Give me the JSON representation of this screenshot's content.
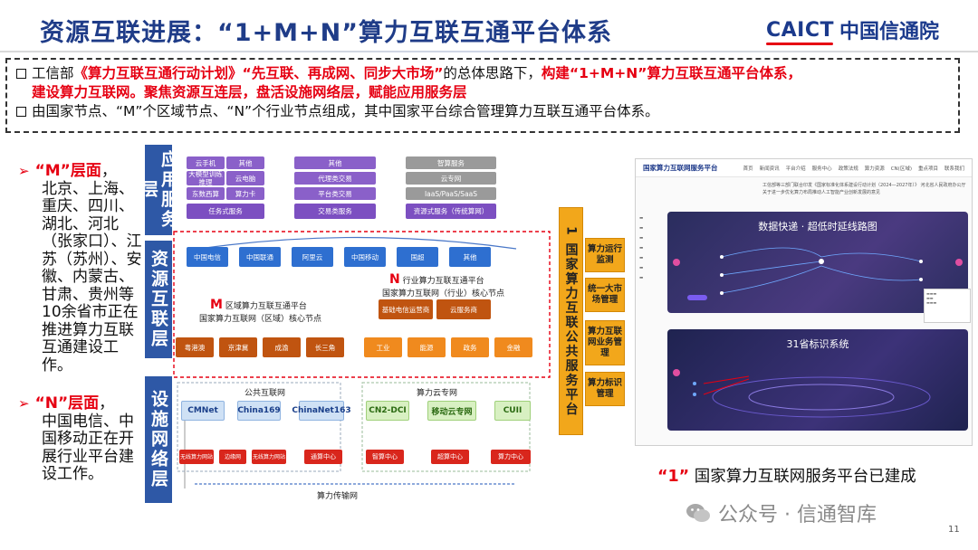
{
  "title": "资源互联进展：“1+M+N”算力互联互通平台体系",
  "logo": {
    "en": "CAICT",
    "cn": "中国信通院"
  },
  "intro": {
    "line1_a": "工信部",
    "line1_red1": "《算力互联互通行动计划》“先互联、再成网、同步大市场”",
    "line1_b": "的总体思路下，",
    "line1_red2": "构建“1+M+N”算力互联互通平台体系，",
    "line2_red": "建设算力互联网。聚焦资源互连层，盘活设施网络层，赋能应用服务层",
    "line3": "由国家节点、“M”个区域节点、“N”个行业节点组成，其中国家平台综合管理算力互联互通平台体系。"
  },
  "side": {
    "m_head": "“M”层面",
    "m_comma": "，",
    "m_body": "北京、上海、重庆、四川、湖北、河北（张家口）、江苏（苏州）、安徽、内蒙古、甘肃、贵州等10余省市正在推进算力互联互通建设工作。",
    "n_head": "“N”层面",
    "n_comma": "，",
    "n_body": "中国电信、中国移动正在开展行业平台建设工作。"
  },
  "layers": {
    "app": "应用服务层",
    "res": "资源互联层",
    "infra": "设施网络层"
  },
  "diagram": {
    "app_col1": [
      "云手机",
      "大模型训练推理",
      "东数西算",
      "任务式服务"
    ],
    "app_col1b": [
      "其他",
      "云电脑",
      "算力卡"
    ],
    "app_col2": [
      "其他",
      "代理类交易",
      "平台类交易",
      "交易类服务"
    ],
    "app_col3": [
      "智算服务",
      "云专网",
      "IaaS/PaaS/SaaS",
      "资源式服务（传统算网）"
    ],
    "operators": [
      "中国电信",
      "中国联通",
      "阿里云",
      "中国移动",
      "国超",
      "其他"
    ],
    "n_label_n": "N",
    "n_label": "行业算力互联互通平台",
    "n_sub": "国家算力互联网（行业）核心节点",
    "n_boxes": [
      "基础电信运营商",
      "云服务商"
    ],
    "m_label_m": "M",
    "m_label": "区域算力互联互通平台",
    "m_sub": "国家算力互联网（区域）核心节点",
    "regions": [
      "粤港澳",
      "京津冀",
      "成渝",
      "长三角",
      "工业",
      "能源",
      "政务",
      "金融"
    ],
    "net_public": "公共互联网",
    "net_cloud": "算力云专网",
    "nets": [
      "CMNet",
      "China169",
      "ChinaNet163",
      "CN2-DCI",
      "移动云专网",
      "CUII"
    ],
    "dc_nodes": [
      "无线算力网站",
      "边缘网",
      "无线算力网站",
      "通算中心",
      "智算中心",
      "超算中心",
      "算力中心"
    ],
    "transport": "算力传输网"
  },
  "platform": {
    "title": "1 国家算力互联公共服务平台",
    "funcs": [
      "算力运行监测",
      "统一大市场管理",
      "算力互联网业务管理",
      "算力标识管理"
    ]
  },
  "screenshot": {
    "site_name": "国家算力互联网服务平台",
    "nav": [
      "首页",
      "新闻资讯",
      "平台介绍",
      "服务中心",
      "政策法规",
      "算力资源",
      "CN(区域)",
      "重点项目",
      "联系我们"
    ],
    "news": "工信部等三部门联合印发《国家标准化体系建设行动计划（2024—2027年）》\n河北省人民政府办公厅关于进一步优化算力布局推动人工智能产业创新发展的意见",
    "banner1": "数据快递 · 超低时延线路图",
    "banner2": "31省标识系统"
  },
  "caption": {
    "num": "“1”",
    "text": " 国家算力互联网服务平台已建成"
  },
  "watermark": "公众号 · 信通智库",
  "page_number": "11"
}
